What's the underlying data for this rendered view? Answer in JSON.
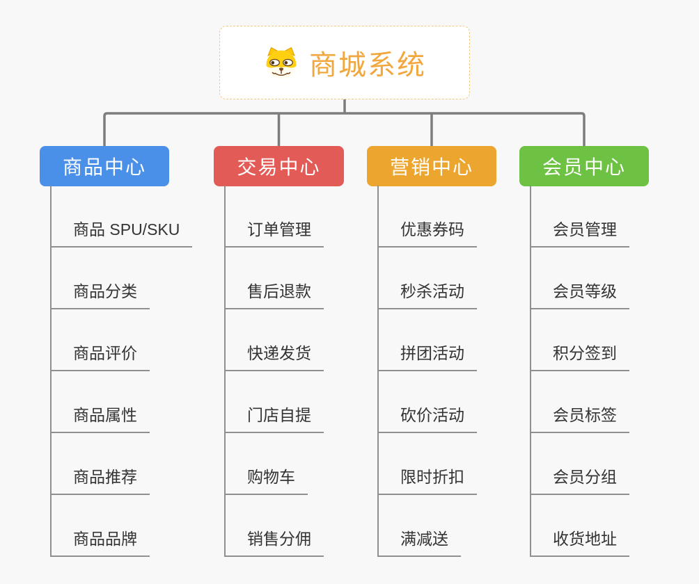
{
  "page": {
    "background_color": "#f8f8f8",
    "connector_color": "#7d7d7d",
    "child_line_color": "#8f8f8f",
    "child_text_color": "#333333"
  },
  "root": {
    "title": "商城系统",
    "icon": "dog-face-icon",
    "text_color": "#f1a73e",
    "border_color": "#f2c982",
    "background_color": "#ffffff"
  },
  "branches": [
    {
      "label": "商品中心",
      "color": "#4a90e8",
      "items": [
        "商品 SPU/SKU",
        "商品分类",
        "商品评价",
        "商品属性",
        "商品推荐",
        "商品品牌"
      ]
    },
    {
      "label": "交易中心",
      "color": "#e35b56",
      "items": [
        "订单管理",
        "售后退款",
        "快递发货",
        "门店自提",
        "购物车",
        "销售分佣"
      ]
    },
    {
      "label": "营销中心",
      "color": "#eca62f",
      "items": [
        "优惠券码",
        "秒杀活动",
        "拼团活动",
        "砍价活动",
        "限时折扣",
        "满减送"
      ]
    },
    {
      "label": "会员中心",
      "color": "#6dc243",
      "items": [
        "会员管理",
        "会员等级",
        "积分签到",
        "会员标签",
        "会员分组",
        "收货地址"
      ]
    }
  ]
}
